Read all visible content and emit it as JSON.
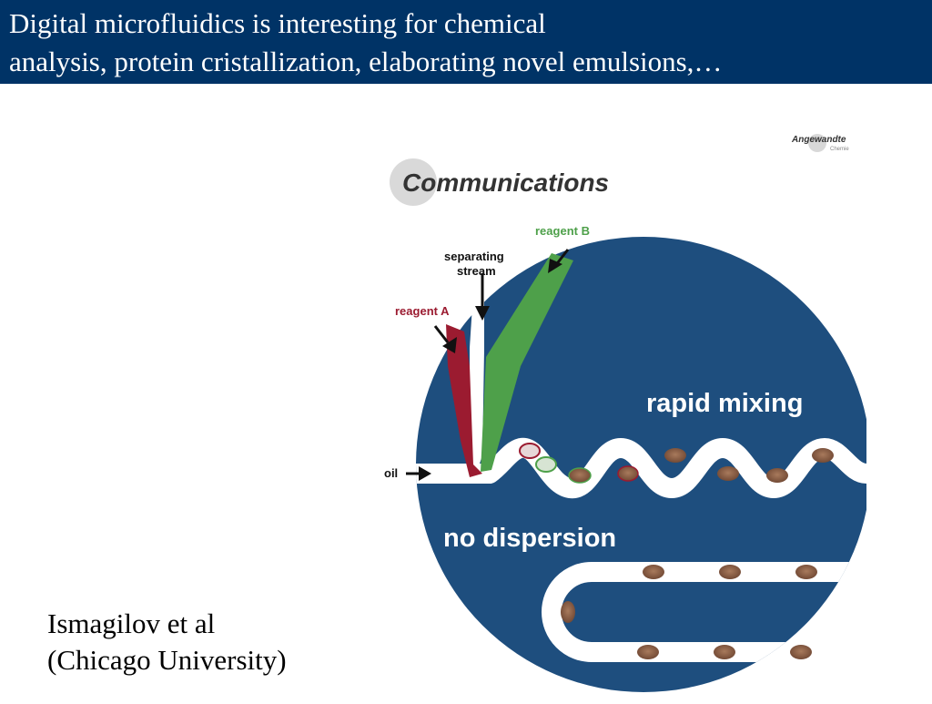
{
  "header": {
    "line1": "Digital microfluidics is interesting for chemical",
    "line2": "analysis, protein cristallization, elaborating novel emulsions,…"
  },
  "figure": {
    "journal_logo_main": "Angewandte",
    "journal_logo_sub": "Chemie",
    "section_title": "Communications",
    "labels": {
      "reagent_b": "reagent B",
      "separating_1": "separating",
      "separating_2": "stream",
      "reagent_a": "reagent A",
      "oil": "oil",
      "rapid_mixing": "rapid mixing",
      "no_dispersion": "no dispersion"
    },
    "colors": {
      "disc": "#1e4e7e",
      "reagent_a": "#9b1b30",
      "reagent_b": "#4ea04a",
      "plug": "#8c6048",
      "header_bar": "#003366"
    }
  },
  "credit": {
    "line1": "Ismagilov et al",
    "line2": "(Chicago University)"
  }
}
